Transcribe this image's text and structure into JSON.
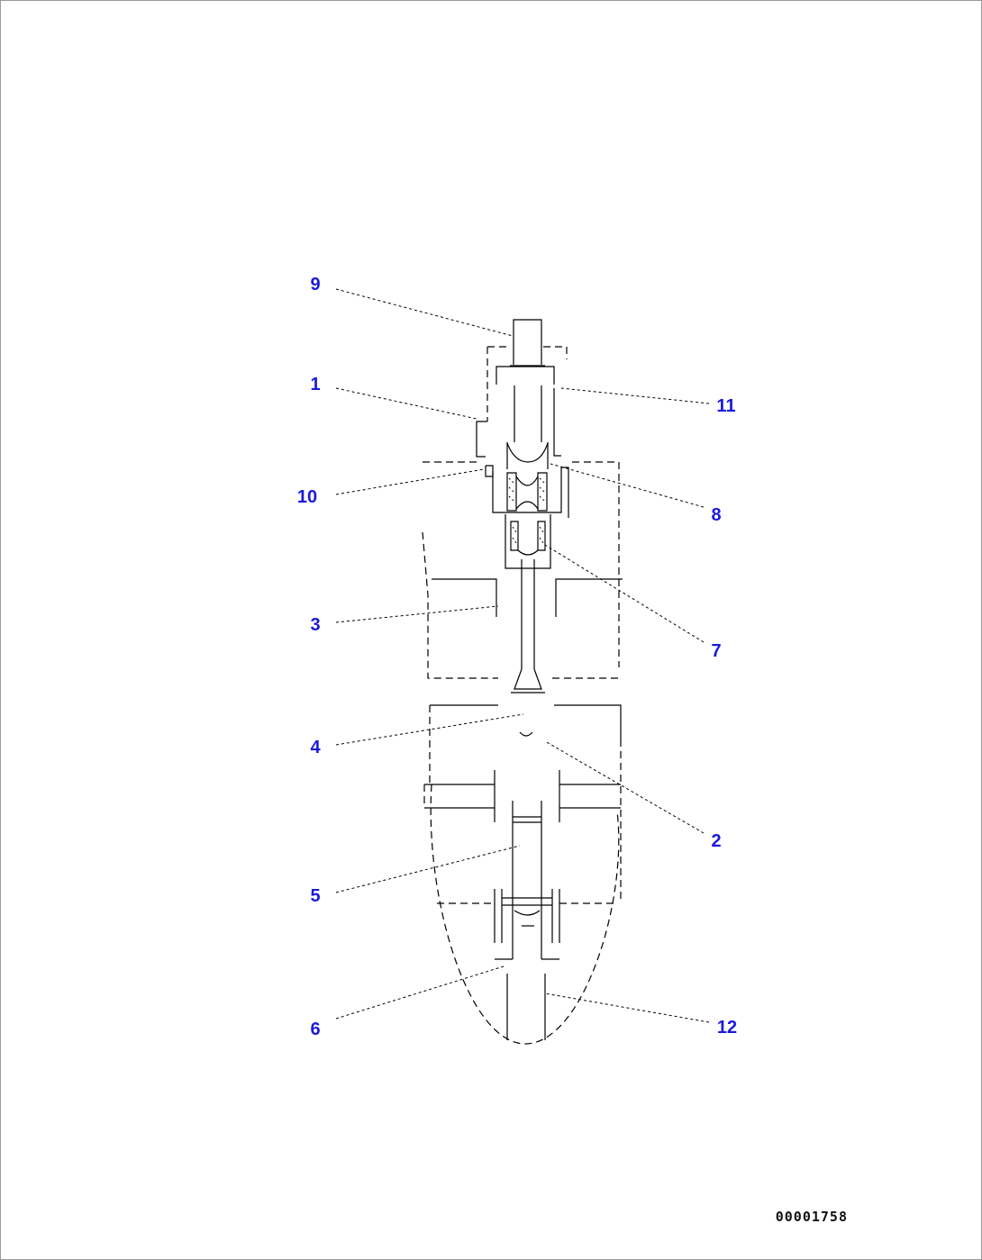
{
  "diagram": {
    "callouts": [
      "9",
      "1",
      "11",
      "10",
      "8",
      "3",
      "7",
      "4",
      "2",
      "5",
      "6",
      "12"
    ],
    "drawing_id": "00001758",
    "colors": {
      "callout": "#1a1adc",
      "line": "#000000",
      "background": "#ffffff"
    }
  }
}
